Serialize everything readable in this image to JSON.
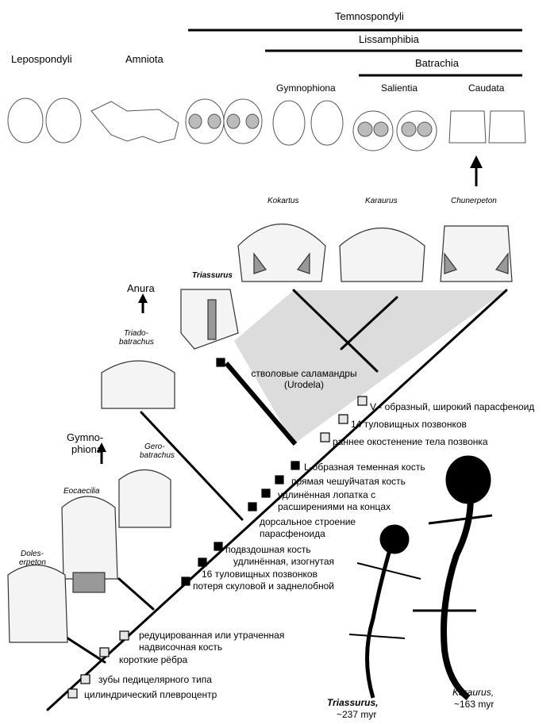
{
  "clade_headers": {
    "temnospondyli": "Temnospondyli",
    "lissamphibia": "Lissamphibia",
    "batrachia": "Batrachia",
    "lepospondyli": "Lepospondyli",
    "amniota": "Amniota",
    "gymnophiona": "Gymnophiona",
    "salientia": "Salientia",
    "caudata": "Caudata"
  },
  "taxa": {
    "kokartus": "Kokartus",
    "karaurus": "Karaurus",
    "chunerpeton": "Chunerpeton",
    "triassurus": "Triassurus",
    "anura": "Anura",
    "triadobatrachus_1": "Triado-",
    "triadobatrachus_2": "batrachus",
    "gymnophiona_ru_1": "Gymno-",
    "gymnophiona_ru_2": "phiona",
    "gerobatrachus_1": "Gero-",
    "gerobatrachus_2": "batrachus",
    "eocaecilia": "Eocaecilia",
    "doleserpeton_1": "Doles-",
    "doleserpeton_2": "erpeton"
  },
  "stem_group": {
    "line1": "стволовые саламандры",
    "line2": "(Urodela)"
  },
  "characters_upper": [
    "V - образный, широкий парасфеноид",
    "14 туловищных позвонков",
    "раннее окостенение тела позвонка"
  ],
  "characters_middle": [
    "L-образная теменная кость",
    "прямая чешуйчатая кость",
    "удлинённая лопатка с",
    "расширениями на концах",
    "дорсальное строение",
    "парасфеноида"
  ],
  "characters_lower": [
    "подвздошная кость",
    "удлинённая, изогнутая",
    "16 туловищных позвонков",
    "потеря скуловой и заднелобной"
  ],
  "characters_base": [
    "редуцированная или утраченная",
    "надвисочная кость",
    "короткие рёбра",
    "зубы педицелярного типа",
    "цилиндрический плевроцентр"
  ],
  "fossils": {
    "triassurus_name": "Triassurus,",
    "triassurus_age": "~237 myr",
    "karaurus_name": "Karaurus,",
    "karaurus_age": "~163 myr"
  }
}
